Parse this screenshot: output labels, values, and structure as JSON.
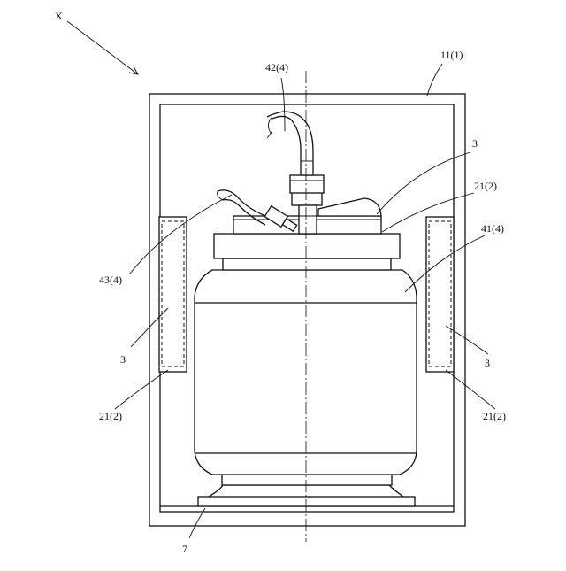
{
  "labels": {
    "x_axis": "X",
    "housing": "11(1)",
    "pipe_top": "42(4)",
    "upper_right_3": "3",
    "upper_right_21": "21(2)",
    "container": "41(4)",
    "hose_left": "43(4)",
    "left_3": "3",
    "left_21": "21(2)",
    "right_3": "3",
    "right_21": "21(2)",
    "base": "7"
  },
  "colors": {
    "line": "#111111",
    "background": "#ffffff"
  }
}
